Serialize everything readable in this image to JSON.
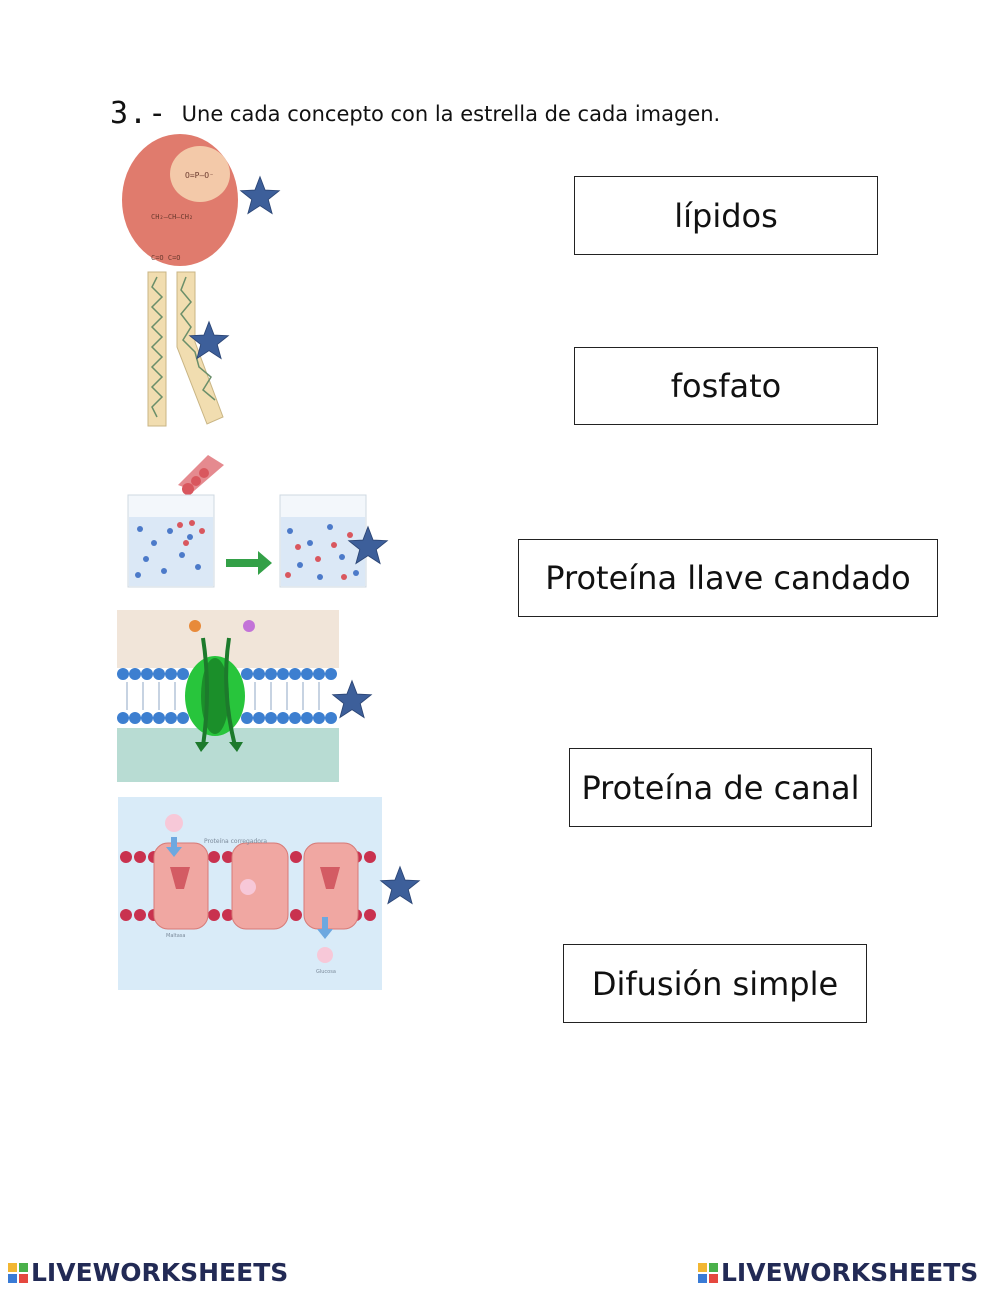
{
  "instruction": {
    "number": "3.-",
    "text": "Une cada concepto con la estrella de cada imagen."
  },
  "answer_boxes": [
    "lípidos",
    "fosfato",
    "Proteína llave candado",
    "Proteína de canal",
    "Difusión simple"
  ],
  "image_labels": {
    "carrier_title": "Proteína corregadora",
    "carrier_left": "Maltasa",
    "carrier_bottom": "Glucosa"
  },
  "footer": {
    "brand": "LIVEWORKSHEETS"
  },
  "colors": {
    "star": "#3d5f9a",
    "brand": "#222a55"
  }
}
